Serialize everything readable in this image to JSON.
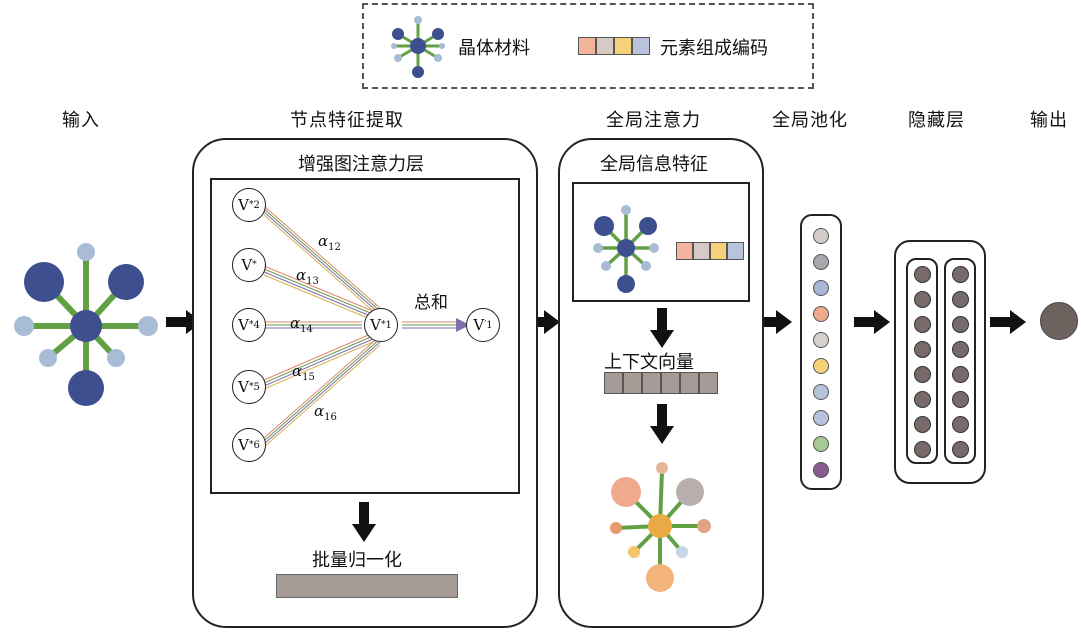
{
  "legend": {
    "crystal_label": "晶体材料",
    "encoding_label": "元素组成编码",
    "encoding_colors": [
      "#f2b49a",
      "#d9c9c4",
      "#f3d27a",
      "#b9c4dc"
    ]
  },
  "stages": {
    "input": "输入",
    "node_feature": "节点特征提取",
    "global_attention": "全局注意力",
    "global_pooling": "全局池化",
    "hidden": "隐藏层",
    "output": "输出"
  },
  "attention_panel": {
    "title": "增强图注意力层",
    "sum_label": "总和",
    "batch_norm": "批量归一化",
    "nodes": [
      {
        "letter": "V",
        "sub": "2",
        "sup": "*"
      },
      {
        "letter": "V",
        "sub": "",
        "sup": "*"
      },
      {
        "letter": "V",
        "sub": "4",
        "sup": "*"
      },
      {
        "letter": "V",
        "sub": "5",
        "sup": "*"
      },
      {
        "letter": "V",
        "sub": "6",
        "sup": "*"
      }
    ],
    "center_node": {
      "letter": "V",
      "sub": "1",
      "sup": "*"
    },
    "output_node": {
      "letter": "V",
      "sub": "1",
      "sup": "′"
    },
    "weights": [
      {
        "symbol": "α",
        "sub": "12"
      },
      {
        "symbol": "α",
        "sub": "13"
      },
      {
        "symbol": "α",
        "sub": "14"
      },
      {
        "symbol": "α",
        "sub": "15"
      },
      {
        "symbol": "α",
        "sub": "16"
      }
    ]
  },
  "global_panel": {
    "title": "全局信息特征",
    "context_vector": "上下文向量",
    "context_cells": 6
  },
  "pooling_colors": [
    "#d5ccc9",
    "#a9a7ac",
    "#aab6d6",
    "#f0a98c",
    "#d6d1cc",
    "#f3d27a",
    "#b7c2dc",
    "#b7c2dc",
    "#a7c995",
    "#8b5a93"
  ],
  "hidden_rows": 8,
  "colors": {
    "atom_blue": "#3d4f8f",
    "atom_light": "#a9bcd6",
    "bond_green": "#62a046",
    "output_gray": "#6d625e"
  }
}
